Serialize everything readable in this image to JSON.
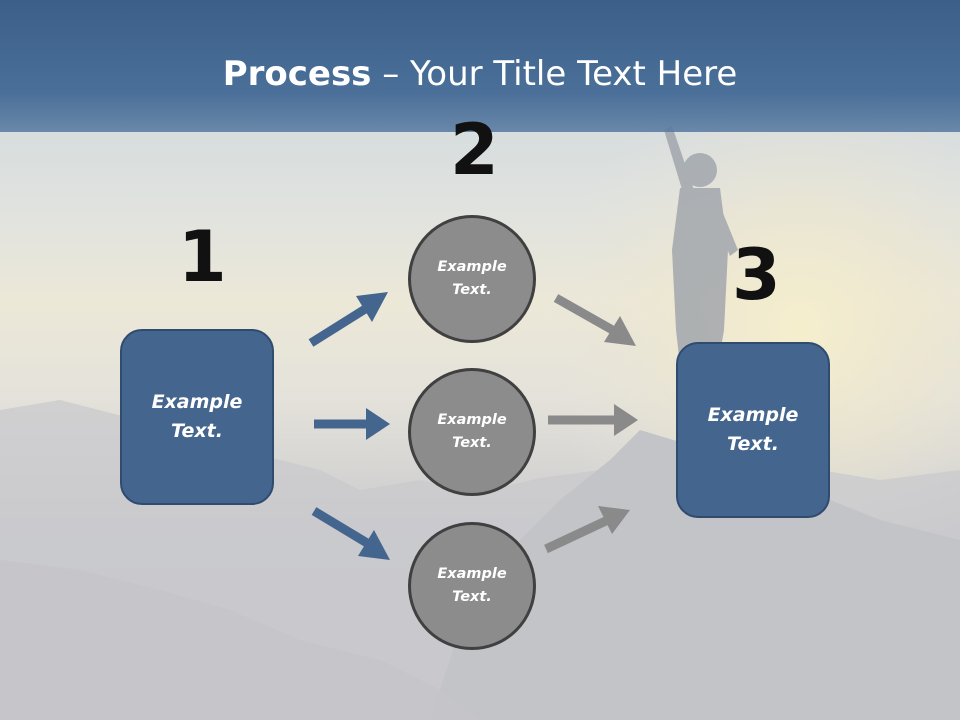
{
  "slide": {
    "title_bold": "Process",
    "title_rest": " – Your Title Text Here",
    "steps": {
      "one": "1",
      "two": "2",
      "three": "3"
    },
    "left_box": {
      "line1": "Example",
      "line2": "Text."
    },
    "right_box": {
      "line1": "Example",
      "line2": "Text."
    },
    "circles": [
      {
        "line1": "Example",
        "line2": "Text."
      },
      {
        "line1": "Example",
        "line2": "Text."
      },
      {
        "line1": "Example",
        "line2": "Text."
      }
    ]
  },
  "colors": {
    "header": "#44658e",
    "box_fill": "#44658e",
    "circle_fill": "#8c8c8c",
    "arrow_blue": "#44658e",
    "arrow_gray": "#8a8a8a"
  }
}
